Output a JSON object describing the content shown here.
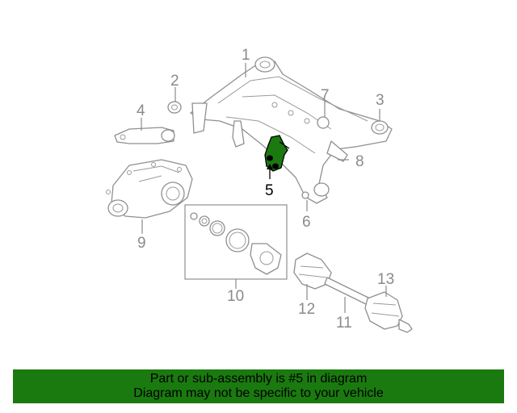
{
  "callouts": {
    "c1": "1",
    "c2": "2",
    "c3": "3",
    "c4": "4",
    "c5": "5",
    "c6": "6",
    "c7": "7",
    "c8": "8",
    "c9": "9",
    "c10": "10",
    "c11": "11",
    "c12": "12",
    "c13": "13"
  },
  "highlight_part": "5",
  "banner": {
    "line1": "Part or sub-assembly is #5 in diagram",
    "line2": "Diagram may not be specific to your vehicle"
  },
  "colors": {
    "banner_bg": "#1a7a0f",
    "highlight": "#1a7a0f",
    "line_art": "#8f8f8f"
  }
}
